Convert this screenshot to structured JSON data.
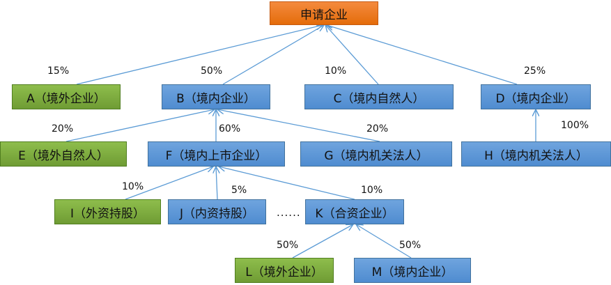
{
  "nodes": {
    "root": "申请企业",
    "A": "A（境外企业）",
    "B": "B（境内企业）",
    "C": "C（境内自然人）",
    "D": "D（境内企业）",
    "E": "E（境外自然人）",
    "F": "F（境内上市企业）",
    "G": "G（境内机关法人）",
    "H": "H（境内机关法人）",
    "I": "I（外资持股）",
    "J": "J（内资持股）",
    "K": "K（合资企业）",
    "L": "L（境外企业）",
    "M": "M（境内企业）"
  },
  "percents": {
    "A": "15%",
    "B": "50%",
    "C": "10%",
    "D": "25%",
    "E": "20%",
    "F": "60%",
    "G": "20%",
    "H": "100%",
    "I": "10%",
    "J": "5%",
    "K": "10%",
    "L": "50%",
    "M": "50%"
  },
  "ellipsis": "......",
  "colors": {
    "orange": "#e46c0a",
    "blue": "#4f8cd0",
    "green": "#6f9c34",
    "connector": "#5b9bd5"
  }
}
